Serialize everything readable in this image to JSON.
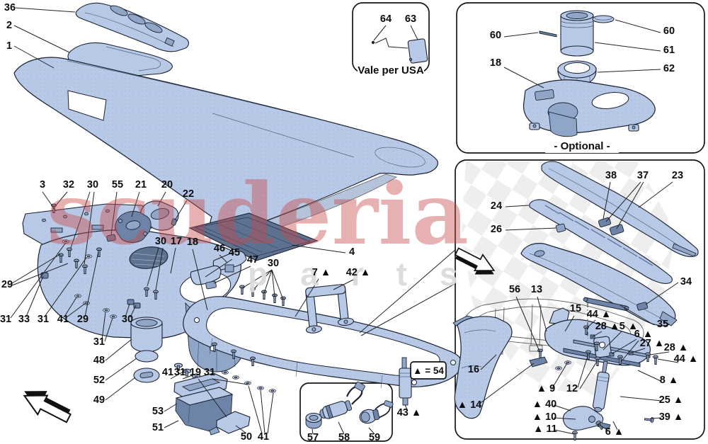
{
  "diagram_title": "center console exploded parts diagram",
  "captions": {
    "usa": "Vale per USA",
    "optional": "- Optional -",
    "legend": "▲ = 54"
  },
  "watermark": {
    "brand": "scuderia",
    "sub": "parts"
  },
  "palette": {
    "part_fill": "#b7c9e6",
    "part_shade": "#8fa6c9",
    "part_dark": "#6d84a8",
    "mesh_dark": "#5d7191",
    "outline": "#1b2330",
    "watermark_red": "#c84848",
    "watermark_gray": "#dcdcdc",
    "checker": "#ececec",
    "label_color": "#0c0c0c"
  },
  "nums": {
    "n1": "1",
    "n2": "2",
    "n3": "3",
    "n4": "4",
    "n5t": "5 ▲",
    "n6t": "6 ▲",
    "n7t": "7 ▲",
    "n8t": "8 ▲",
    "t9": "▲ 9",
    "t10": "▲ 10",
    "t11": "▲ 11",
    "n12": "12",
    "n13": "13",
    "t14": "▲ 14",
    "n15": "15",
    "n16": "16",
    "n17": "17",
    "n18": "18",
    "n19": "19",
    "n20": "20",
    "n21": "21",
    "n22": "22",
    "n23": "23",
    "n24": "24",
    "n25t": "25 ▲",
    "n26": "26",
    "n27t": "27 ▲",
    "n28t": "28 ▲",
    "n29": "29",
    "n30": "30",
    "n31": "31",
    "n32": "32",
    "n33": "33",
    "n34": "34",
    "n35": "35",
    "n36": "36",
    "n37": "37",
    "n38": "38",
    "n39t": "39 ▲",
    "t40": "▲ 40",
    "n41": "41",
    "n42t": "42 ▲",
    "n43t": "43 ▲",
    "n44t": "44 ▲",
    "n45": "45",
    "n46": "46",
    "n47": "47",
    "n48": "48",
    "n49": "49",
    "n50": "50",
    "n51": "51",
    "n52": "52",
    "n53": "53",
    "n55": "55",
    "n56": "56",
    "n57": "57",
    "n58": "58",
    "n59": "59",
    "n60": "60",
    "n61": "61",
    "n62": "62",
    "n63": "63",
    "n64": "64"
  }
}
